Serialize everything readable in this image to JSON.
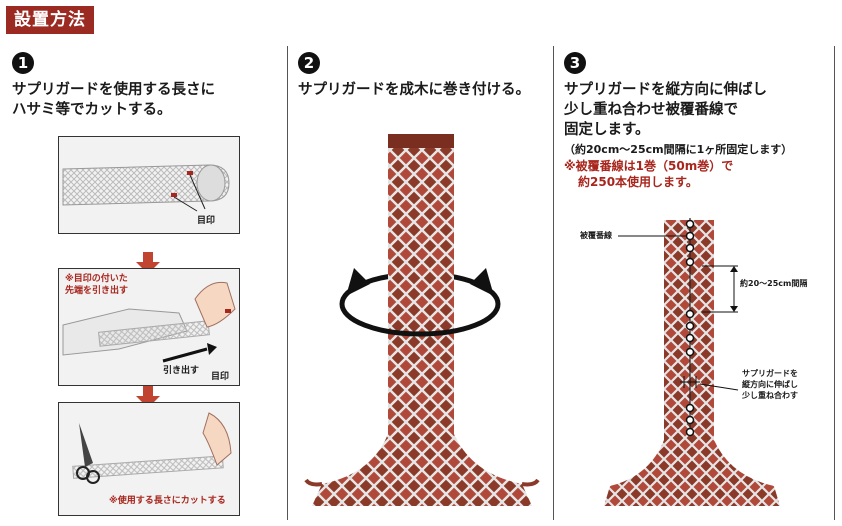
{
  "header": {
    "title": "設置方法"
  },
  "steps": [
    {
      "number": "1",
      "text_lines": [
        "サプリガードを使用する長さに",
        "ハサミ等でカットする。"
      ],
      "panels": {
        "mark_label": "目印",
        "pull_note_lines": [
          "※目印の付いた",
          "先端を引き出す"
        ],
        "pull_label": "引き出す",
        "mark_label_2": "目印",
        "cut_note": "※使用する長さにカットする"
      }
    },
    {
      "number": "2",
      "text_lines": [
        "サプリガードを成木に巻き付ける。"
      ]
    },
    {
      "number": "3",
      "text_lines": [
        "サプリガードを縦方向に伸ばし",
        "少し重ね合わせ被覆番線で",
        "固定します。"
      ],
      "note": "（約20cm～25cm間隔に1ヶ所固定します）",
      "red_note_lines": [
        "※被覆番線は1巻（50m巻）で",
        "約250本使用します。"
      ],
      "labels": {
        "wire": "被覆番線",
        "interval": "約20～25cm間隔",
        "overlap_lines": [
          "サプリガードを",
          "縦方向に伸ばし",
          "少し重ね合わす"
        ]
      }
    }
  ],
  "colors": {
    "accent": "#9a2a22",
    "bark": "#8b3a2a",
    "net": "#e8e8e8"
  }
}
